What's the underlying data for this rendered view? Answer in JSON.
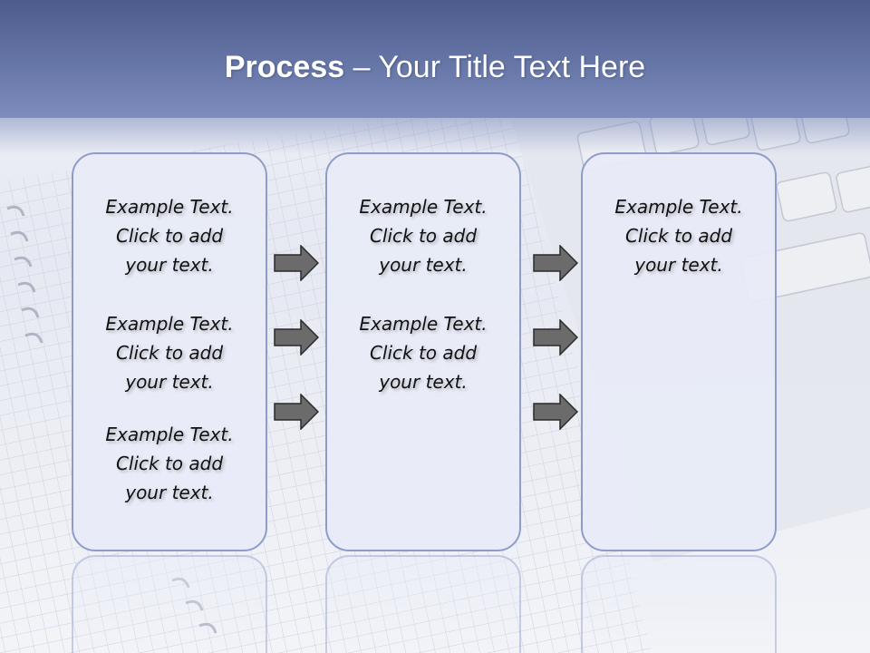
{
  "slide": {
    "title_bold": "Process",
    "title_rest": " – Your Title Text Here"
  },
  "columns": [
    {
      "entries": [
        {
          "line1": "Example Text.",
          "line2": "Click  to add",
          "line3": "your text."
        },
        {
          "line1": "Example Text.",
          "line2": "Click  to add",
          "line3": "your text."
        },
        {
          "line1": "Example Text.",
          "line2": "Click  to add",
          "line3": "your text."
        }
      ]
    },
    {
      "entries": [
        {
          "line1": "Example Text.",
          "line2": "Click  to add",
          "line3": "your text."
        },
        {
          "line1": "Example Text.",
          "line2": "Click  to add",
          "line3": "your text."
        }
      ]
    },
    {
      "entries": [
        {
          "line1": "Example Text.",
          "line2": "Click  to add",
          "line3": "your text."
        }
      ]
    }
  ],
  "colors": {
    "header": "#5f6fa0",
    "box_border": "#8f9cc9",
    "box_fill": "#e8ecf7",
    "arrow_fill": "#6b6b6b",
    "text": "#111111"
  },
  "icons": {
    "connector": "right-arrow-icon"
  }
}
